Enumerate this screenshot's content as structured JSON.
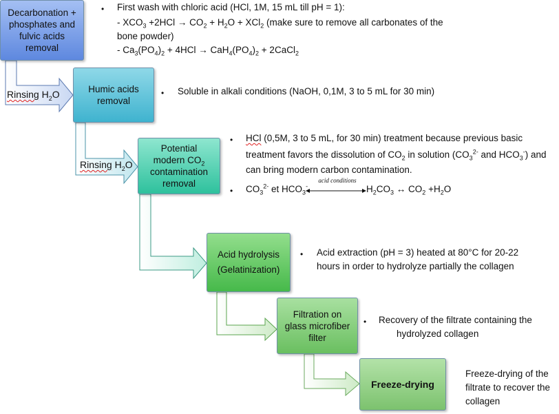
{
  "steps": [
    {
      "name": "decarbonation",
      "lines": [
        "Decarbonation +",
        "phosphates and",
        "fulvic acids",
        "removal"
      ],
      "color": "#6f97e6"
    },
    {
      "name": "humic",
      "lines": [
        "Humic acids",
        "removal"
      ],
      "color": "#52b9d3"
    },
    {
      "name": "contamination",
      "lines": [
        "Potential",
        "modern CO2",
        "contamination",
        "removal"
      ],
      "color": "#3fc7a8"
    },
    {
      "name": "acid-hydrolysis",
      "lines": [
        "Acid hydrolysis",
        "(Gelatinization)"
      ],
      "color": "#55c05a"
    },
    {
      "name": "filtration",
      "lines": [
        "Filtration on",
        "glass microfiber",
        "filter"
      ],
      "color": "#79c46e"
    },
    {
      "name": "freeze-drying",
      "lines": [
        "Freeze-drying"
      ],
      "color": "#8ccb7c"
    }
  ],
  "rinse_labels": [
    "Rinsing H",
    "2",
    "O"
  ],
  "notes": {
    "step1": {
      "bullet": "First wash with chloric acid (HCl, 1M, 15 mL till pH = 1):",
      "eq1": [
        "- XCO",
        "3",
        " +2HCl → CO",
        "2",
        " + H",
        "2",
        "O + XCl",
        "2",
        " (make sure to remove all carbonates of the"
      ],
      "eq1b": "bone powder)",
      "eq2": [
        "- Ca",
        "3",
        "(PO",
        "4",
        ")",
        "2",
        " + 4HCl → CaH",
        "4",
        "(PO",
        "4",
        ")",
        "2",
        " + 2CaCl",
        "2"
      ]
    },
    "step2": "Soluble in alkali conditions (NaOH, 0,1M, 3 to 5 mL for 30 min)",
    "step3": {
      "line1a": "HCl",
      "line1b": " (0,5M, 3 to 5 mL, for 30 min) treatment because previous basic",
      "line2": [
        "treatment favors the dissolution of CO",
        "2",
        " in solution (CO",
        "3",
        "2-",
        " and HCO",
        "3",
        "-",
        ") and"
      ],
      "line3": "can bring modern carbon contamination.",
      "eq": [
        "CO",
        "3",
        "2-",
        " et HCO",
        "3",
        "-"
      ],
      "arrow_label": "acid conditions",
      "eq_right": [
        "H",
        "2",
        "CO",
        "3",
        " ↔ CO",
        "2",
        " +H",
        "2",
        "O"
      ]
    },
    "step4": [
      "Acid extraction (pH = 3) heated at 80°C for 20-22",
      "hours in order to hydrolyze partially the collagen"
    ],
    "step5": [
      "Recovery of the filtrate containing the",
      "hydrolyzed collagen"
    ],
    "step6": [
      "Freeze-drying of the",
      "filtrate to recover the",
      "collagen"
    ]
  },
  "bullet_symbol": "•"
}
